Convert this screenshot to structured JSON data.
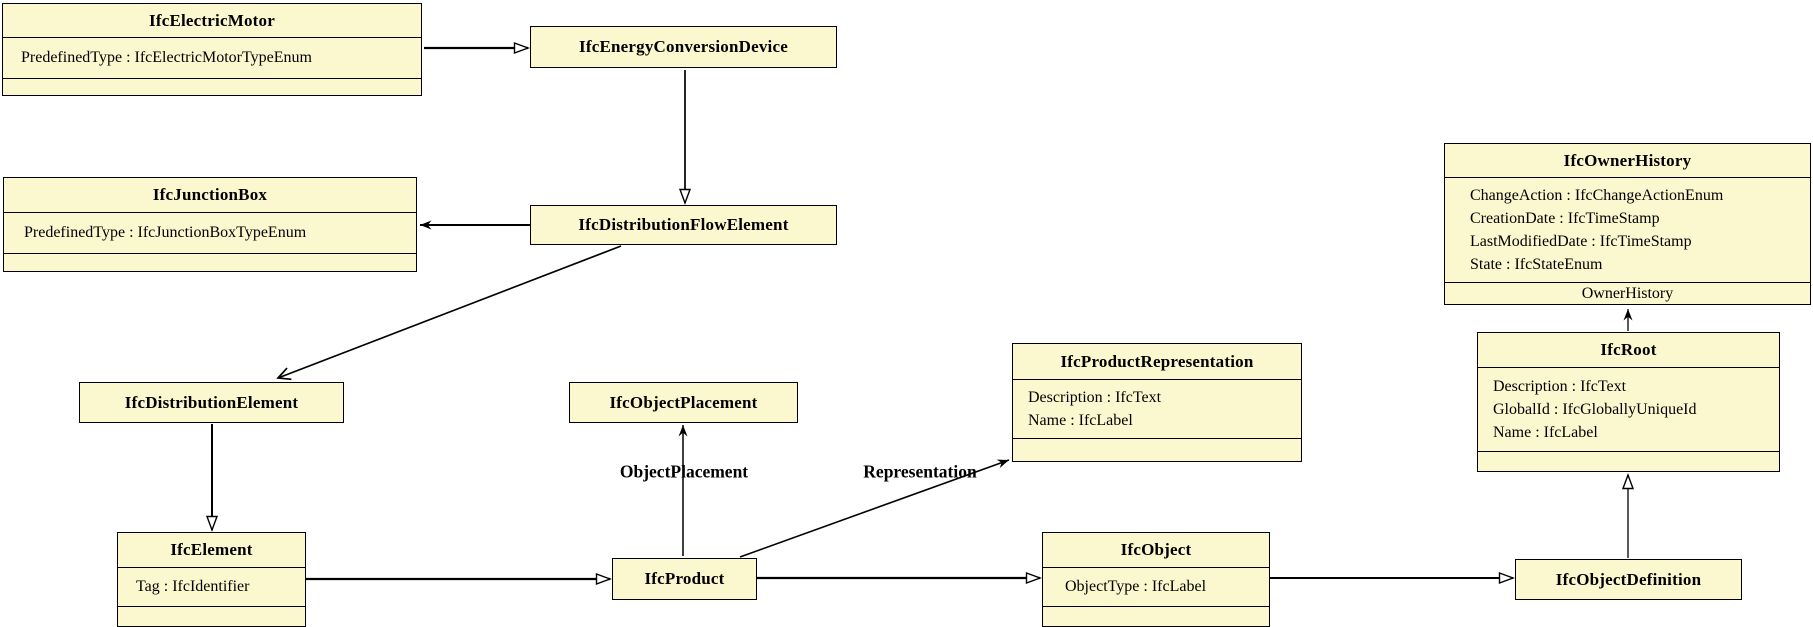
{
  "diagram": {
    "type": "uml-class-diagram",
    "colors": {
      "box_fill": "#fbf8cf",
      "border": "#000000",
      "background": "#ffffff",
      "line": "#000000"
    },
    "classes": {
      "electric_motor": {
        "title": "IfcElectricMotor",
        "attrs": [
          "PredefinedType : IfcElectricMotorTypeEnum"
        ]
      },
      "energy_conversion_device": {
        "title": "IfcEnergyConversionDevice"
      },
      "junction_box": {
        "title": "IfcJunctionBox",
        "attrs": [
          "PredefinedType : IfcJunctionBoxTypeEnum"
        ]
      },
      "distribution_flow_element": {
        "title": "IfcDistributionFlowElement"
      },
      "owner_history": {
        "title": "IfcOwnerHistory",
        "attrs": [
          "ChangeAction : IfcChangeActionEnum",
          "CreationDate : IfcTimeStamp",
          "LastModifiedDate : IfcTimeStamp",
          "State : IfcStateEnum"
        ],
        "footer": "OwnerHistory"
      },
      "distribution_element": {
        "title": "IfcDistributionElement"
      },
      "object_placement": {
        "title": "IfcObjectPlacement"
      },
      "product_representation": {
        "title": "IfcProductRepresentation",
        "attrs": [
          "Description : IfcText",
          "Name : IfcLabel"
        ]
      },
      "root": {
        "title": "IfcRoot",
        "attrs": [
          "Description : IfcText",
          "GlobalId : IfcGloballyUniqueId",
          "Name : IfcLabel"
        ]
      },
      "element": {
        "title": "IfcElement",
        "attrs": [
          "Tag : IfcIdentifier"
        ]
      },
      "product": {
        "title": "IfcProduct"
      },
      "object": {
        "title": "IfcObject",
        "attrs": [
          "ObjectType : IfcLabel"
        ]
      },
      "object_definition": {
        "title": "IfcObjectDefinition"
      }
    },
    "edge_labels": {
      "object_placement": "ObjectPlacement",
      "representation": "Representation"
    }
  }
}
